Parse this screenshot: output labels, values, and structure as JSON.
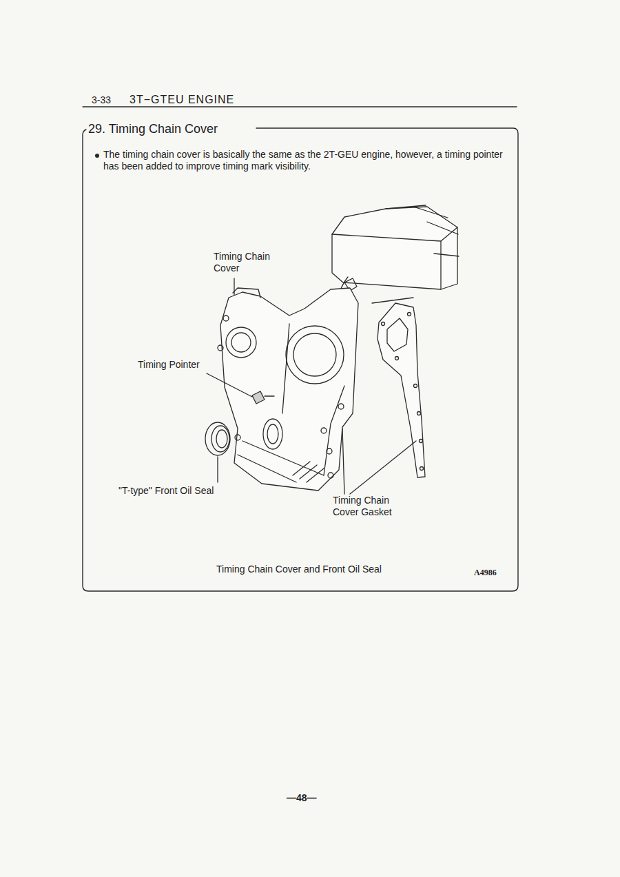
{
  "diagram": {
    "title": "29. Timing Chain Cover",
    "caption": "Timing Chain Cover and Front Oil Seal",
    "labels": [
      "3-33",
      "3T−GTEU ENGINE",
      "The timing chain cover is basically the same as the 2T-GEU engine, however, a timing pointer has been added to improve timing mark visibility.",
      "Timing Chain Cover",
      "Timing Pointer",
      "\"T-type\" Front Oil Seal",
      "Timing Chain Cover Gasket",
      "A4986",
      "—48—"
    ]
  }
}
